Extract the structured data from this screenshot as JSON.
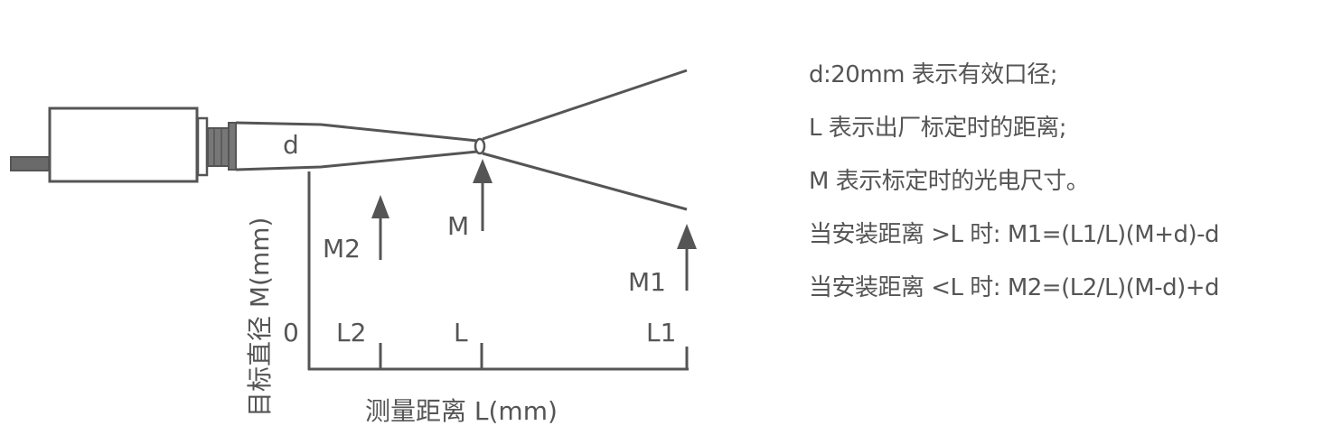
{
  "diagram": {
    "sensor_aperture_label": "d",
    "focus_arrow_label": "M",
    "near_arrow_label": "M2",
    "far_arrow_label": "M1",
    "origin_label": "0",
    "x_ticks": [
      "L2",
      "L",
      "L1"
    ],
    "x_axis_label": "测量距离 L(mm)",
    "y_axis_label": "目标直径 M(mm)",
    "colors": {
      "stroke": "#555555",
      "fill_dark": "#666666",
      "background": "#ffffff"
    }
  },
  "legend": {
    "lines": [
      "d:20mm 表示有效口径;",
      "L 表示出厂标定时的距离;",
      "M 表示标定时的光电尺寸。",
      "当安装距离 >L 时:  M1=(L1/L)(M+d)-d",
      "当安装距离 <L 时:  M2=(L2/L)(M-d)+d"
    ]
  }
}
